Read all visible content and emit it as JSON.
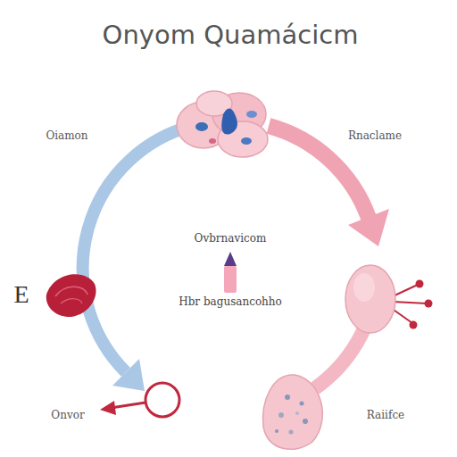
{
  "diagram": {
    "title": "Onyom Quamácicm",
    "labels": [
      "Oiamon",
      "Rnaclame",
      "Ovbrnavicom",
      "Hbr bagusancohho",
      "E",
      "Onvor",
      "Raiifce"
    ]
  }
}
